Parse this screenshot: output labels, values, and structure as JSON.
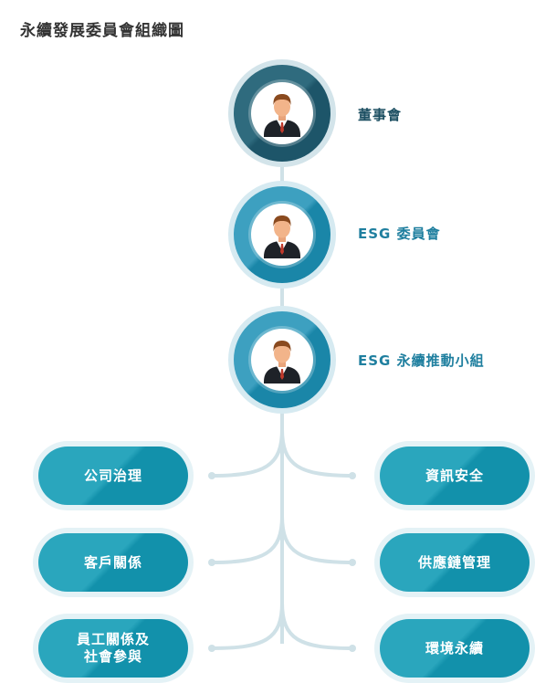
{
  "title": "永續發展委員會組織圖",
  "nodes": [
    {
      "label": "董事會",
      "label_color": "#1c4f62",
      "ring_a": "#2f6b7e",
      "ring_b": "#1d5569",
      "halo": "#d3e4ea"
    },
    {
      "label": "ESG 委員會",
      "label_color": "#1f7f9f",
      "ring_a": "#3da0c0",
      "ring_b": "#1a86a8",
      "halo": "#d6eaf1"
    },
    {
      "label": "ESG 永續推動小組",
      "label_color": "#1f7f9f",
      "ring_a": "#3da0c0",
      "ring_b": "#1a86a8",
      "halo": "#d6eaf1"
    }
  ],
  "left_units": [
    {
      "label": "公司治理"
    },
    {
      "label": "客戶關係"
    },
    {
      "label": "員工關係及\n社會參與"
    }
  ],
  "right_units": [
    {
      "label": "資訊安全"
    },
    {
      "label": "供應鏈管理"
    },
    {
      "label": "環境永續"
    }
  ],
  "colors": {
    "connector": "#cfe1e7",
    "pill_light": "#2aa6bd",
    "pill_dark": "#1291ab",
    "title": "#333333"
  },
  "icons": {
    "person": "person-icon"
  }
}
